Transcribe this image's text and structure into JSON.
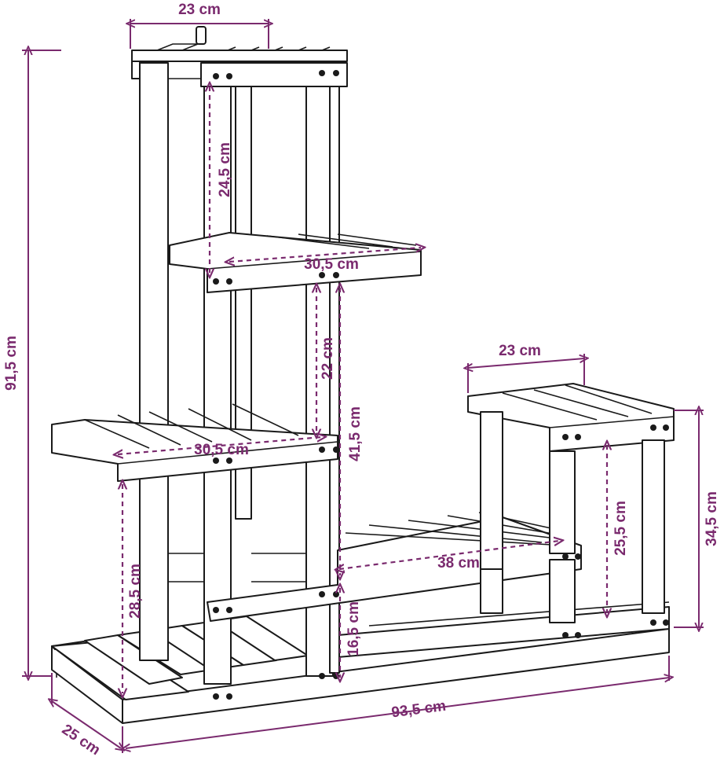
{
  "colors": {
    "dimension": "#7a2a6e",
    "outline": "#1a1a1a",
    "background": "#ffffff"
  },
  "dimensions": {
    "top_width": "23 cm",
    "top_gap": "24,5 cm",
    "upper_shelf_depth": "30,5 cm",
    "upper_gap": "22 cm",
    "middle_height": "41,5 cm",
    "left_shelf_depth": "30,5 cm",
    "bottom_gap_left": "28,5 cm",
    "bottom_clearance": "16,5 cm",
    "long_shelf_depth": "38 cm",
    "side_top_width": "23 cm",
    "side_gap": "25,5 cm",
    "side_height": "34,5 cm",
    "total_height": "91,5 cm",
    "total_width": "93,5 cm",
    "depth": "25 cm"
  }
}
